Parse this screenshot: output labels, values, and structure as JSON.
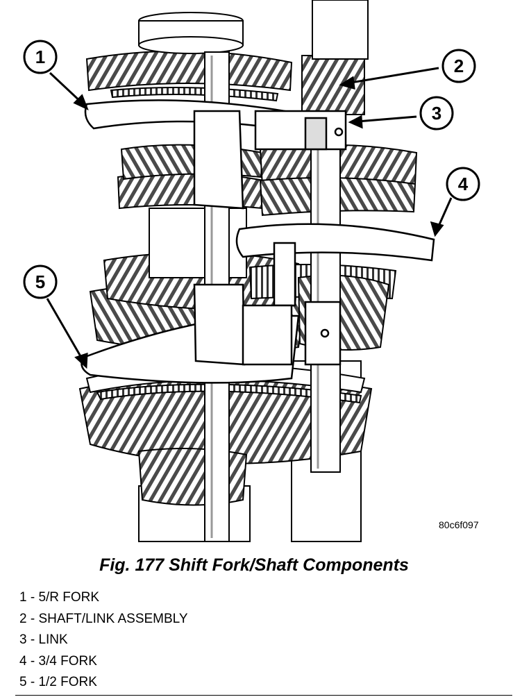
{
  "figure": {
    "code": "80c6f097",
    "caption": "Fig. 177 Shift Fork/Shaft Components"
  },
  "callouts": [
    "1",
    "2",
    "3",
    "4",
    "5"
  ],
  "legend": [
    "1 - 5/R FORK",
    "2 - SHAFT/LINK ASSEMBLY",
    "3 - LINK",
    "4 - 3/4 FORK",
    "5 - 1/2 FORK"
  ]
}
